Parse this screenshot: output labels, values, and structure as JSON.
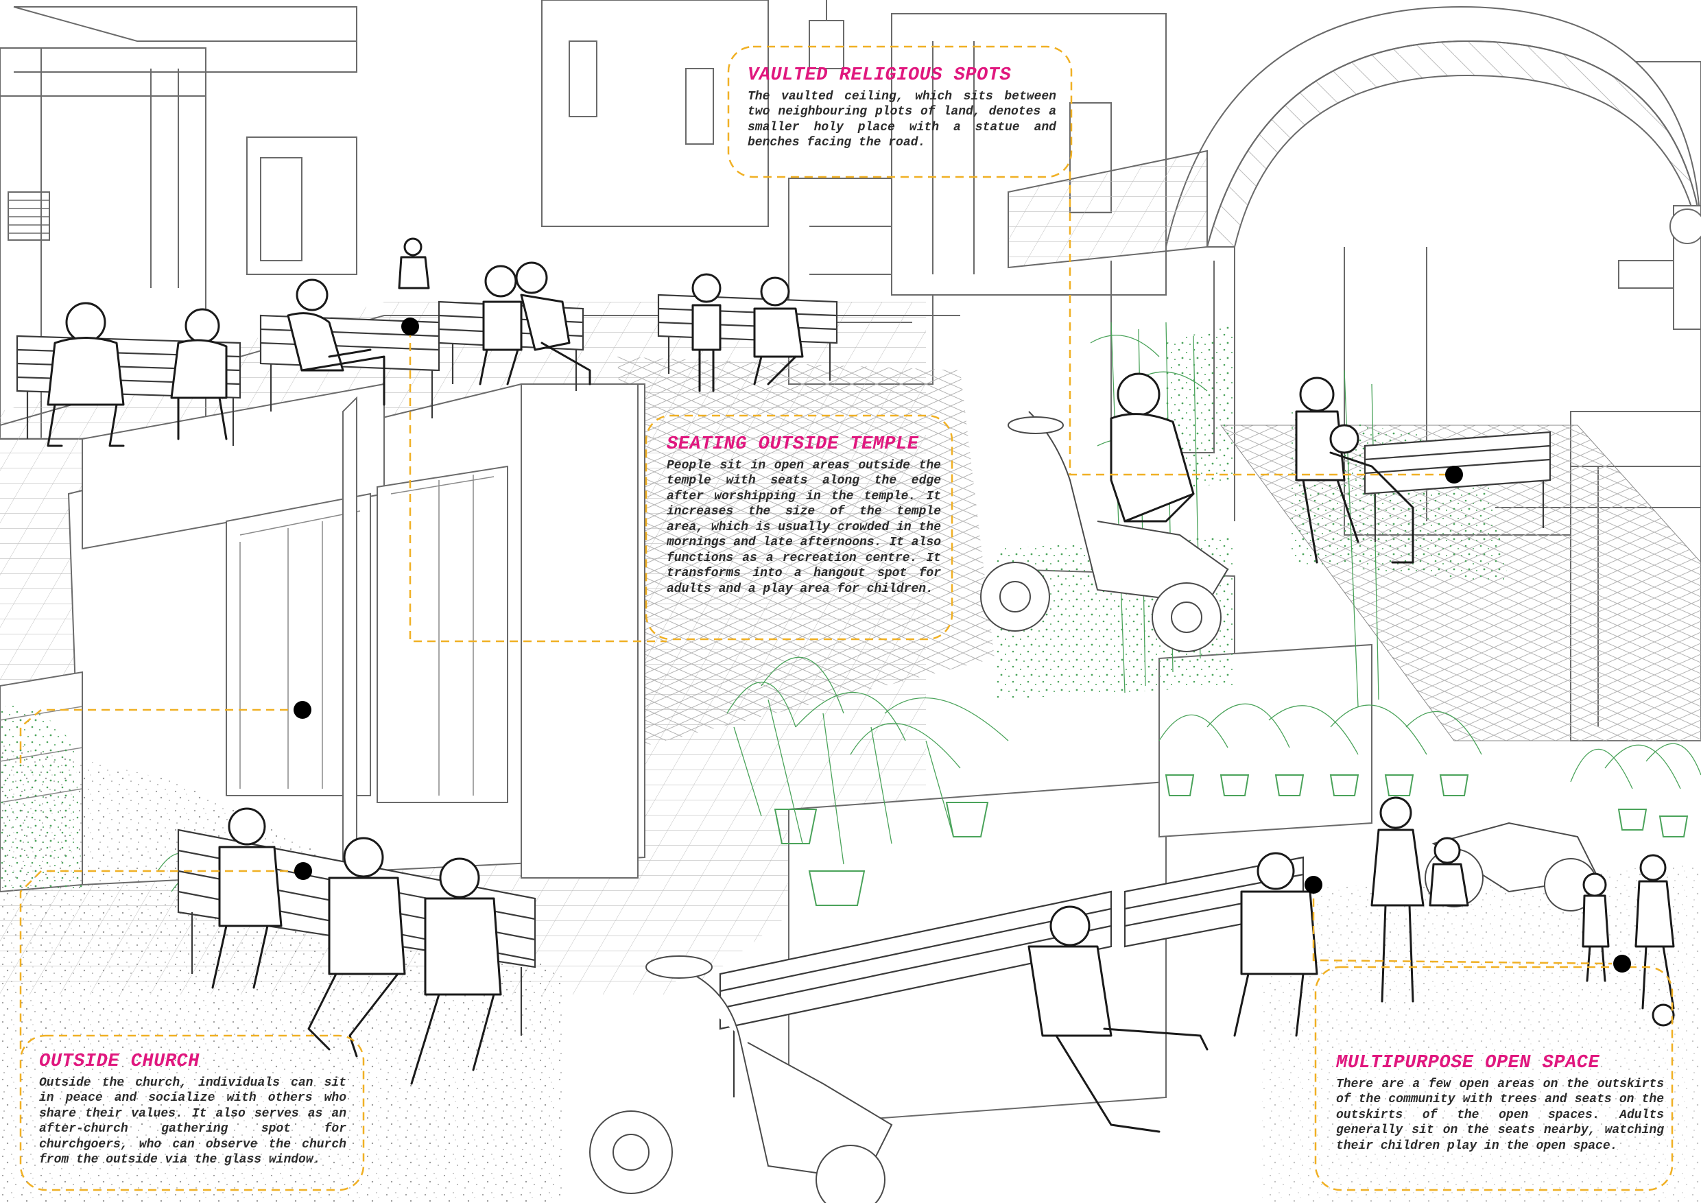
{
  "colors": {
    "accent": "#e0177e",
    "leader": "#f0b024",
    "line": "#5a5a5a",
    "vegetation": "#4aa35a",
    "marker": "#000000"
  },
  "callouts": {
    "vaulted": {
      "title": "VAULTED RELIGIOUS SPOTS",
      "text": "The vaulted ceiling, which sits between two neighbouring plots of land, denotes a smaller holy place with a statue and benches facing the road."
    },
    "temple": {
      "title": "SEATING OUTSIDE TEMPLE",
      "text": "People sit in open areas outside the temple with seats along the edge after worshipping in the temple. It increases the size of the temple area, which is usually crowded in the mornings and late afternoons. It also functions as a recreation centre. It transforms into a hangout spot for adults and a play area for children."
    },
    "church": {
      "title": "OUTSIDE CHURCH",
      "text": "Outside the church, individuals can sit in peace and socialize with others who share their values. It also serves as an after-church gathering spot for churchgoers, who can observe the church from the outside via the glass window."
    },
    "open_space": {
      "title": "MULTIPURPOSE OPEN SPACE",
      "text": "There are a few open areas on the outskirts of the community with trees and seats on the outskirts of the open spaces. Adults generally sit on the seats nearby, watching their children play in the open space."
    }
  }
}
